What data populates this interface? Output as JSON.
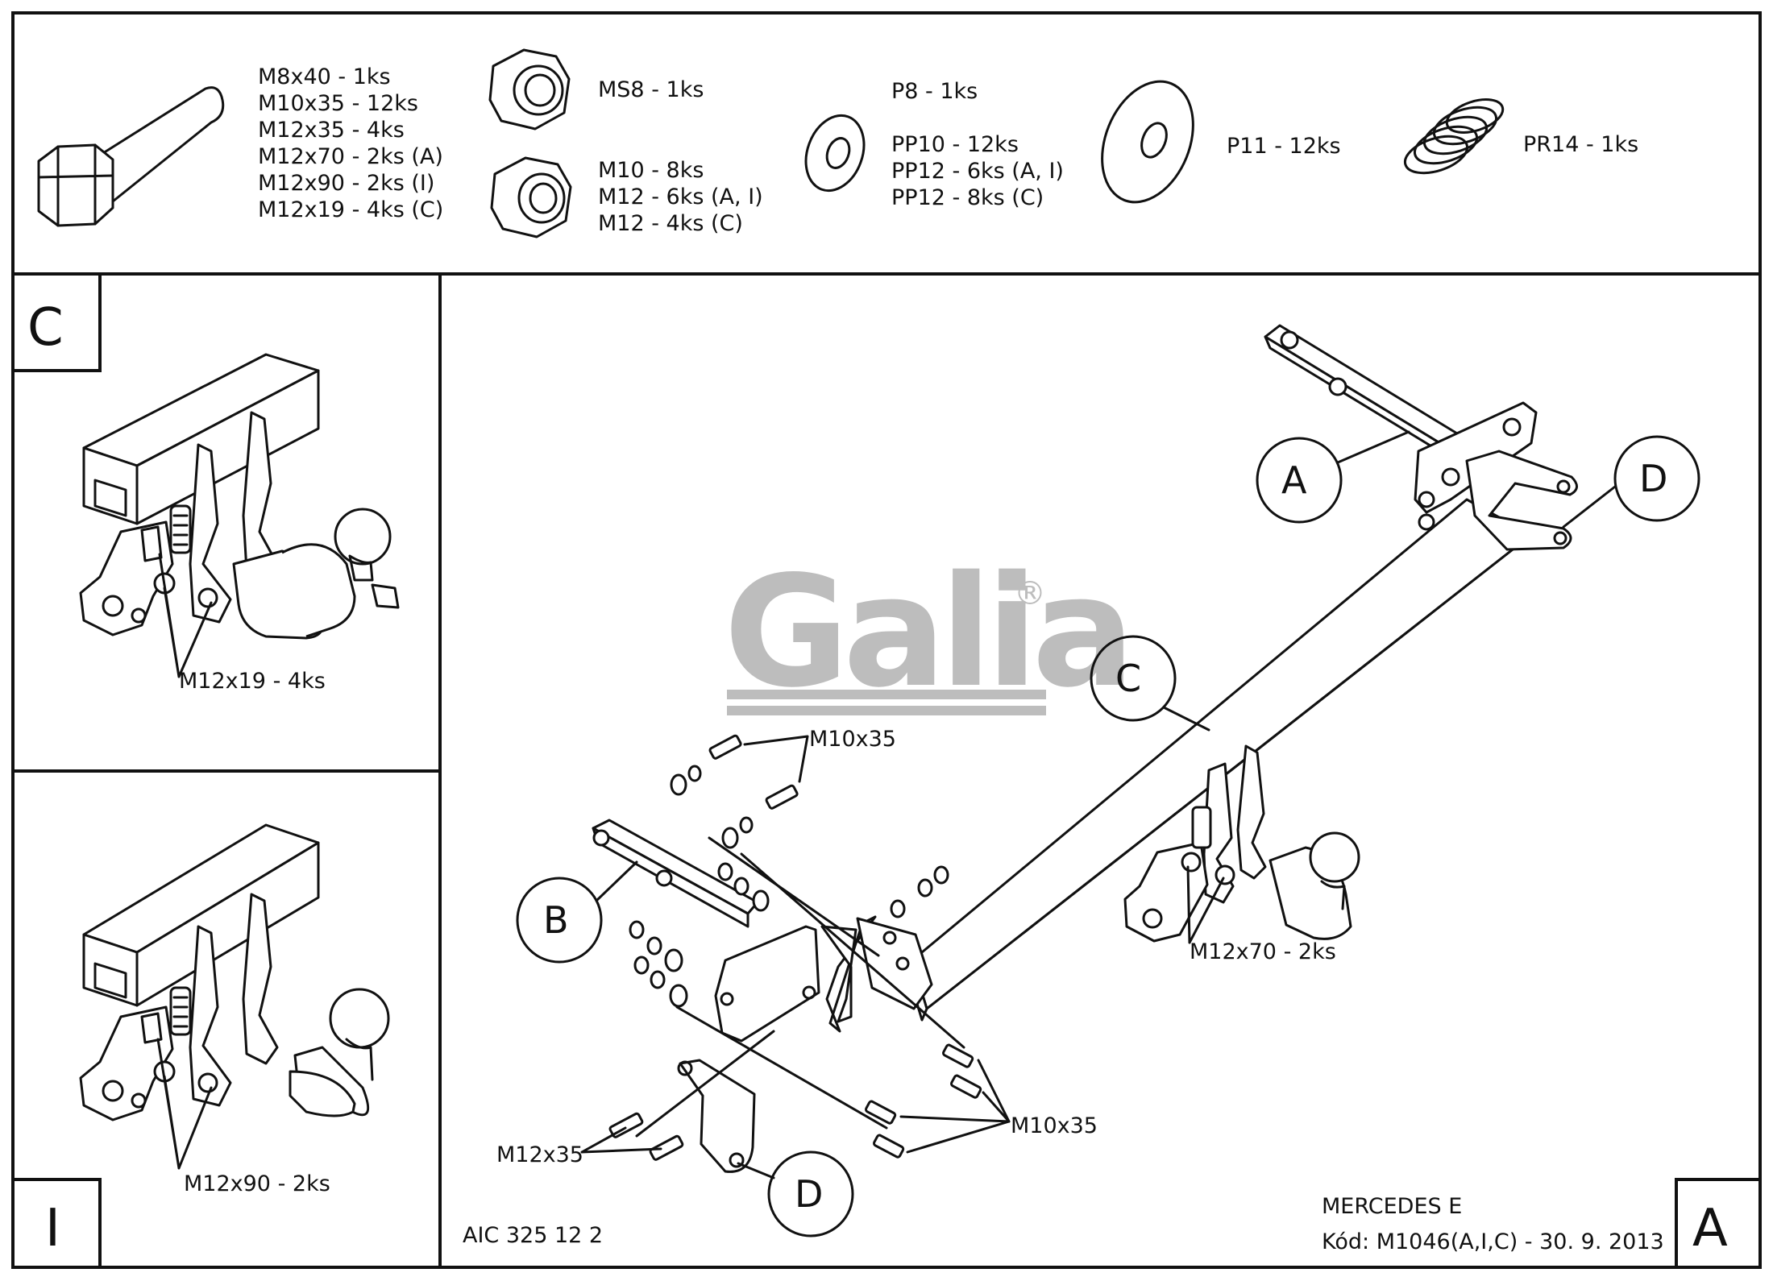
{
  "parts": {
    "bolt": [
      "M8x40 - 1ks",
      "M10x35 - 12ks",
      "M12x35 - 4ks",
      "M12x70 - 2ks (A)",
      "M12x90 - 2ks (I)",
      "M12x19 - 4ks (C)"
    ],
    "locknut": [
      "MS8 - 1ks"
    ],
    "nut": [
      "M10 - 8ks",
      "M12 - 6ks (A, I)",
      "M12 - 4ks (C)"
    ],
    "washer_small": [
      "P8 - 1ks",
      "PP10 - 12ks",
      "PP12 - 6ks (A, I)",
      "PP12 - 8ks (C)"
    ],
    "washer_large": [
      "P11 - 12ks"
    ],
    "spring": [
      "PR14 - 1ks"
    ]
  },
  "panels": {
    "c": {
      "letter": "C",
      "callout": "M12x19 - 4ks"
    },
    "i": {
      "letter": "I",
      "callout": "M12x90 - 2ks"
    },
    "a": {
      "letter": "A"
    }
  },
  "main": {
    "callouts": [
      "A",
      "D",
      "C",
      "B",
      "D"
    ],
    "bolt_labels": [
      "M10x35",
      "M12x70 - 2ks",
      "M10x35",
      "M12x35"
    ],
    "logo": "Galia",
    "logo_mark": "®"
  },
  "footer": {
    "code_left": "AIC 325 12 2",
    "vehicle": "MERCEDES E",
    "kod": "Kód: M1046(A,I,C) - 30. 9. 2013"
  },
  "colors": {
    "line": "#111111",
    "logo": "#bdbdbd",
    "background": "#ffffff"
  },
  "icons": [
    "hex-bolt-icon",
    "lock-nut-icon",
    "hex-nut-icon",
    "washer-icon",
    "large-washer-icon",
    "spring-icon",
    "tow-ball-icon"
  ]
}
